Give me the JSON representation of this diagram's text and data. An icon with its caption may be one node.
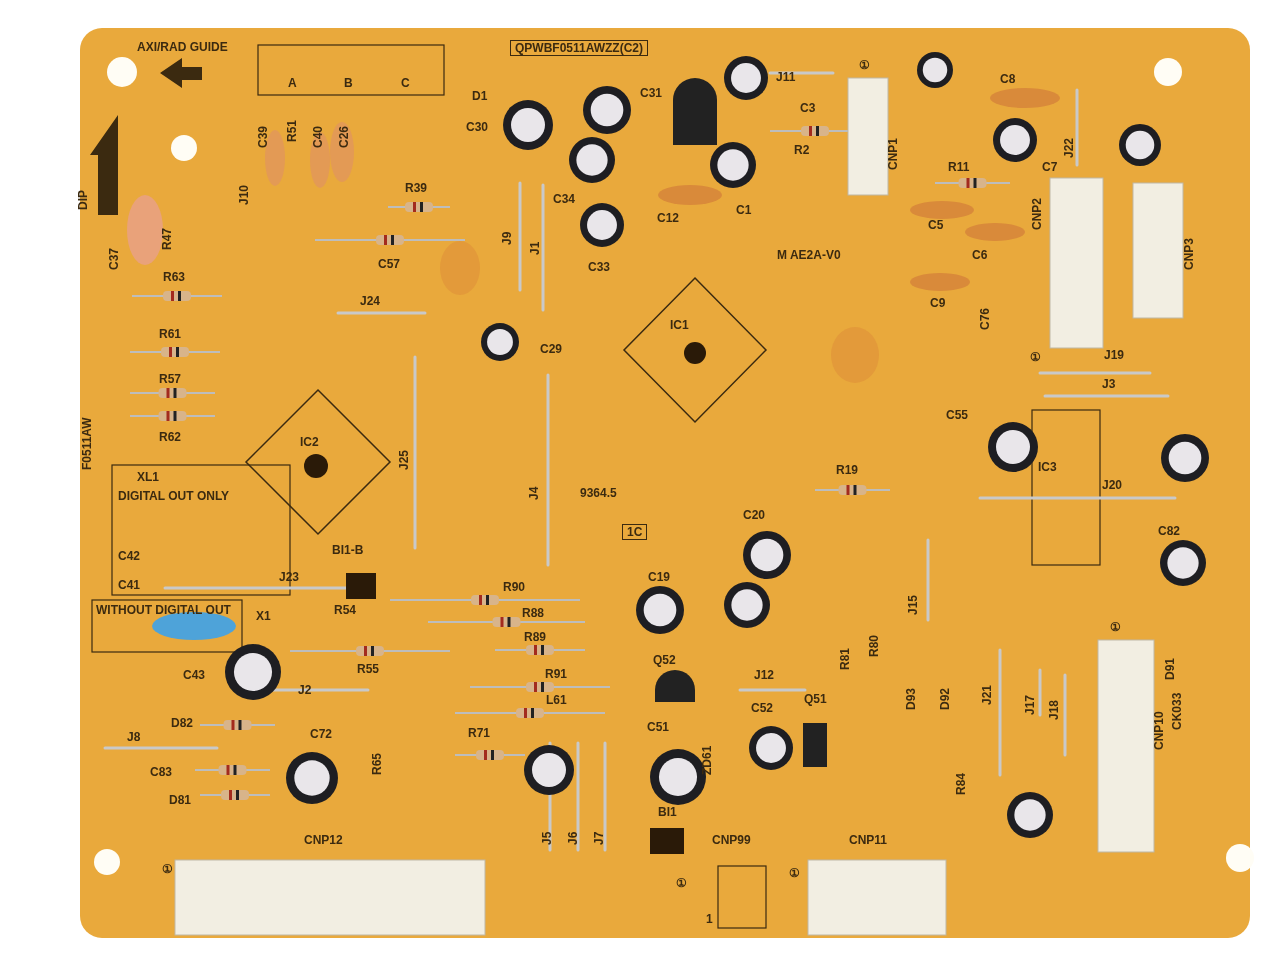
{
  "diagram": {
    "labels": [
      "AXI/RAD GUIDE",
      "A",
      "B",
      "C",
      "QPWBF0511AWZZ(C2)",
      "D1",
      "C30",
      "C31",
      "J11",
      "C3",
      "R2",
      "C34",
      "C12",
      "C1",
      "C33",
      "J9",
      "J1",
      "CNP1",
      "C8",
      "J22",
      "R11",
      "C7",
      "C5",
      "C6",
      "C9",
      "C76",
      "CNP2",
      "CNP3",
      "J19",
      "J3",
      "C55",
      "IC3",
      "J20",
      "C82",
      "IC1",
      "M AE2A-V0",
      "C39",
      "R51",
      "C40",
      "C26",
      "J10",
      "R39",
      "C57",
      "R47",
      "C37",
      "DIP",
      "R63",
      "J24",
      "R61",
      "R57",
      "R62",
      "C29",
      "F0511AW",
      "IC2",
      "J25",
      "J4",
      "XL1",
      "DIGITAL OUT ONLY",
      "C42",
      "C41",
      "J23",
      "BI1-B",
      "WITHOUT DIGITAL OUT",
      "X1",
      "R54",
      "R90",
      "R88",
      "R89",
      "R55",
      "9364.5",
      "1C",
      "R19",
      "C20",
      "C19",
      "J15",
      "R91",
      "Q52",
      "J12",
      "L61",
      "R81",
      "R80",
      "D93",
      "D92",
      "J21",
      "J17",
      "J18",
      "D91",
      "CNP10",
      "C43",
      "J2",
      "D82",
      "J8",
      "C72",
      "C83",
      "D81",
      "R65",
      "R71",
      "C51",
      "C52",
      "Q51",
      "ZD61",
      "BI1",
      "J5",
      "J6",
      "J7",
      "R84",
      "CNP12",
      "CNP99",
      "CNP11",
      "①",
      "①",
      "①",
      "①",
      "①",
      "①",
      "1",
      "CK033"
    ]
  }
}
